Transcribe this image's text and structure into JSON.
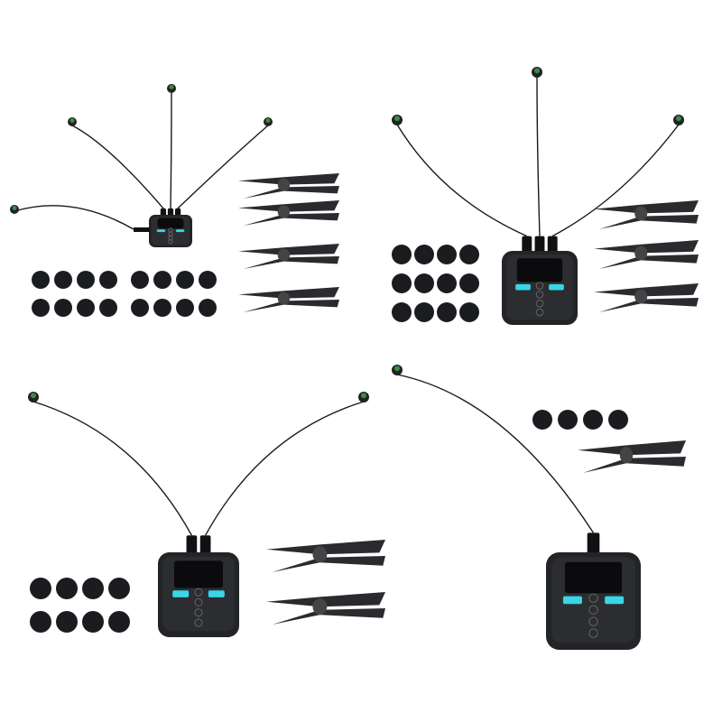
{
  "colors": {
    "background": "#ffffff",
    "device_body": "#232427",
    "device_screen": "#0b0b0d",
    "indicator_light": "#38d6e6",
    "pad": "#1b1c1f",
    "clip": "#2a2b2e",
    "cable": "#1a1a1a",
    "electrode_tip": "#3a8a4a"
  },
  "kits": [
    {
      "channels": 4,
      "pads": 16,
      "clips": 4
    },
    {
      "channels": 3,
      "pads": 12,
      "clips": 3
    },
    {
      "channels": 2,
      "pads": 8,
      "clips": 2
    },
    {
      "channels": 1,
      "pads": 4,
      "clips": 1
    }
  ]
}
